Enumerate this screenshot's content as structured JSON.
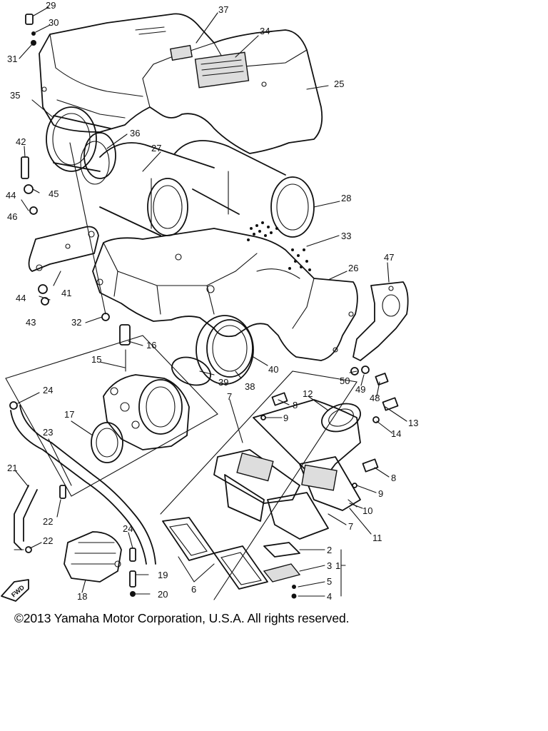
{
  "diagram": {
    "part_numbers": [
      "1",
      "2",
      "3",
      "4",
      "5",
      "6",
      "7",
      "8",
      "9",
      "10",
      "11",
      "12",
      "13",
      "14",
      "15",
      "16",
      "17",
      "18",
      "19",
      "20",
      "21",
      "22",
      "23",
      "24",
      "25",
      "26",
      "27",
      "28",
      "29",
      "30",
      "31",
      "32",
      "33",
      "34",
      "35",
      "36",
      "37",
      "38",
      "39",
      "40",
      "41",
      "42",
      "43",
      "44",
      "45",
      "46",
      "47",
      "48",
      "49",
      "50"
    ],
    "forward_marker": "FWD"
  },
  "footer": {
    "copyright": "©2013 Yamaha Motor Corporation, U.S.A. All rights reserved."
  }
}
